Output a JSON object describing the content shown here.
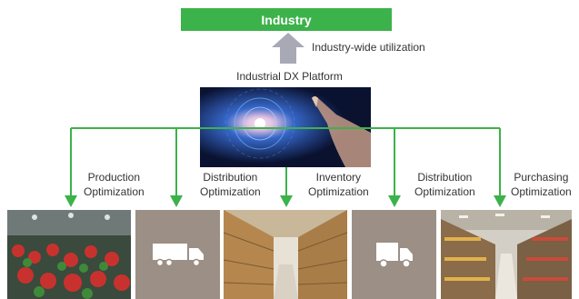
{
  "industry": {
    "label": "Industry"
  },
  "utilization": {
    "label": "Industry-wide utilization"
  },
  "platform": {
    "title": "Industrial DX Platform"
  },
  "optimizations": [
    {
      "line1": "Production",
      "line2": "Optimization"
    },
    {
      "line1": "Distribution",
      "line2": "Optimization"
    },
    {
      "line1": "Inventory",
      "line2": "Optimization"
    },
    {
      "line1": "Distribution",
      "line2": "Optimization"
    },
    {
      "line1": "Purchasing",
      "line2": "Optimization"
    }
  ],
  "colors": {
    "green": "#3cb24a",
    "arrow_gray": "#a9a9b5",
    "panel_brown": "#9c8f85"
  },
  "icons": [
    "truck-icon",
    "truck-icon"
  ]
}
